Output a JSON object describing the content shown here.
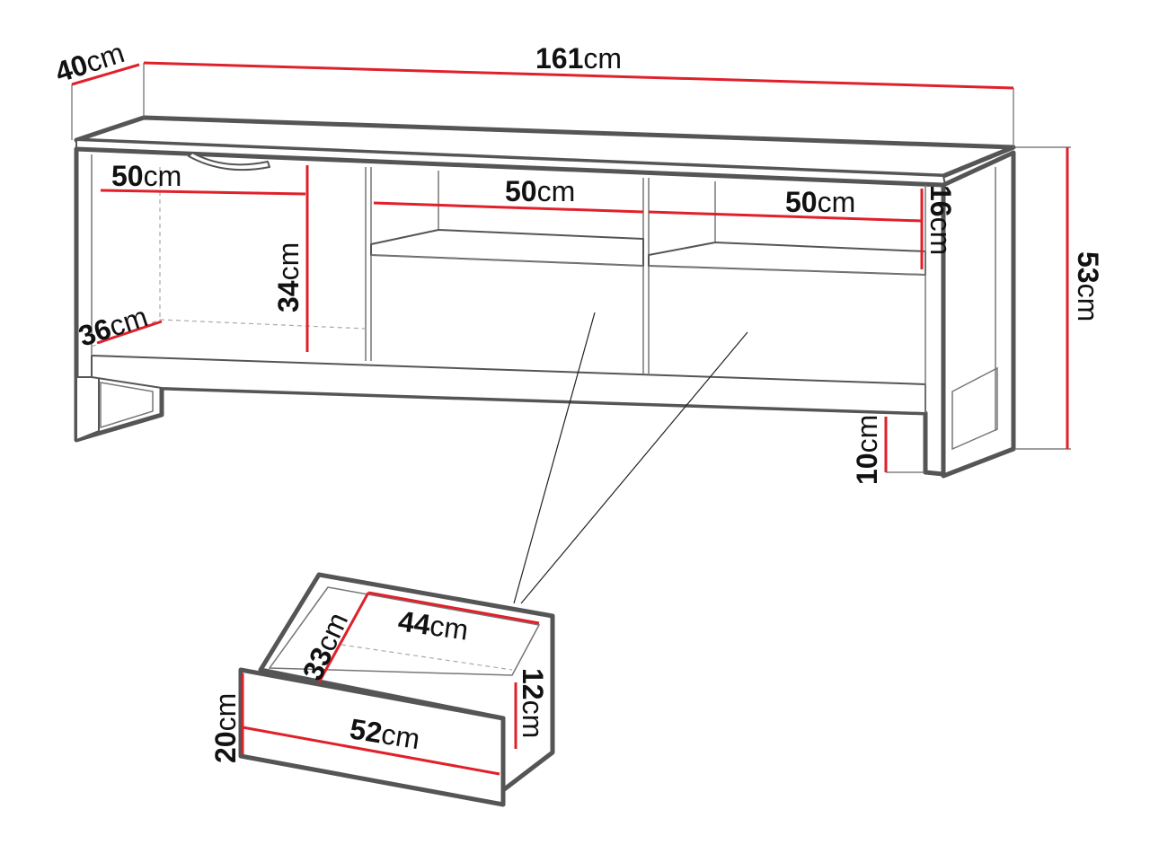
{
  "colors": {
    "dimension_line": "#e0202a",
    "outline": "#555555",
    "text": "#111111"
  },
  "dimensions": {
    "width": {
      "value": "161",
      "unit": "cm"
    },
    "depth": {
      "value": "40",
      "unit": "cm"
    },
    "height": {
      "value": "53",
      "unit": "cm"
    },
    "door_width": {
      "value": "50",
      "unit": "cm"
    },
    "door_height": {
      "value": "34",
      "unit": "cm"
    },
    "inner_depth": {
      "value": "36",
      "unit": "cm"
    },
    "shelf_width_1": {
      "value": "50",
      "unit": "cm"
    },
    "shelf_width_2": {
      "value": "50",
      "unit": "cm"
    },
    "shelf_height": {
      "value": "16",
      "unit": "cm"
    },
    "leg_height": {
      "value": "10",
      "unit": "cm"
    },
    "drawer_inner_width": {
      "value": "44",
      "unit": "cm"
    },
    "drawer_depth": {
      "value": "33",
      "unit": "cm"
    },
    "drawer_front_width": {
      "value": "52",
      "unit": "cm"
    },
    "drawer_front_height": {
      "value": "20",
      "unit": "cm"
    },
    "drawer_side_height": {
      "value": "12",
      "unit": "cm"
    }
  }
}
